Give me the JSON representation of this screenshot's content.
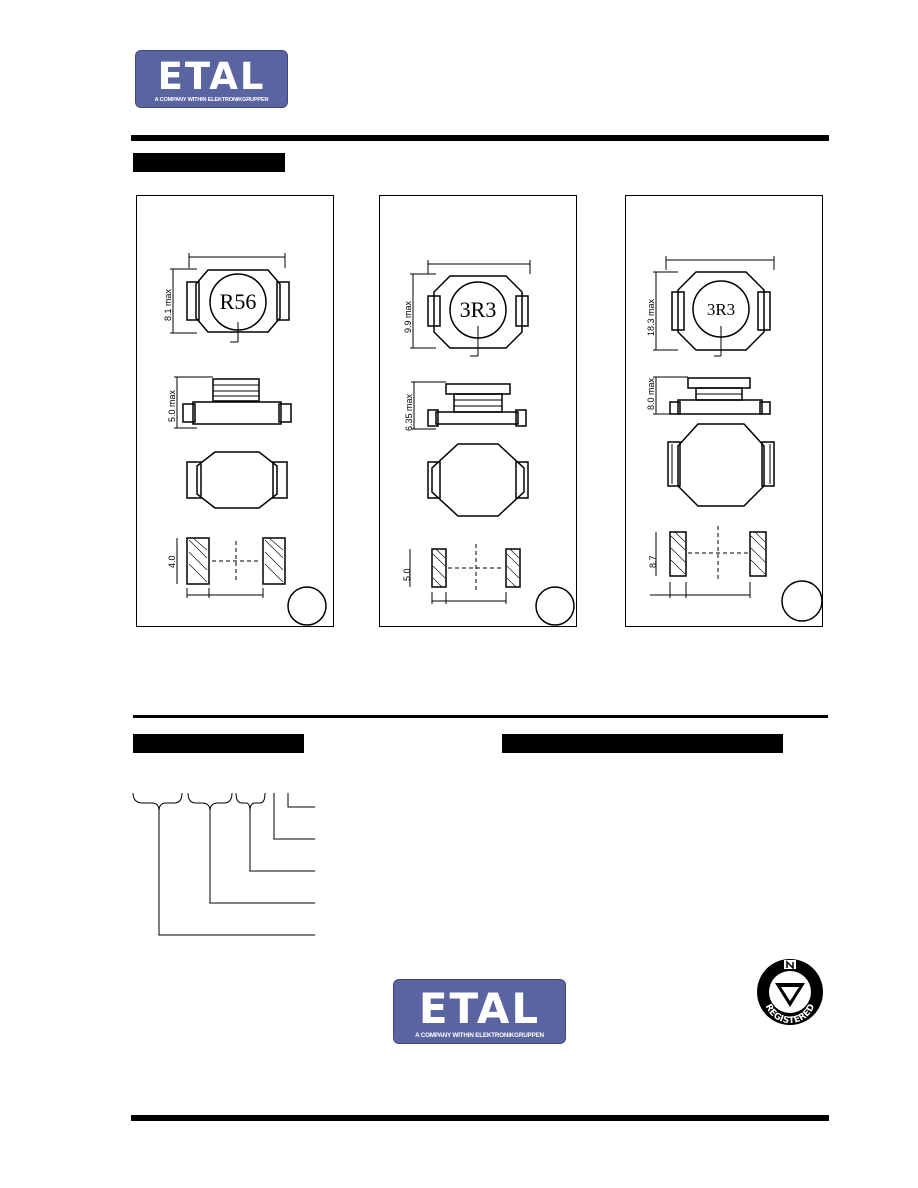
{
  "brand": {
    "name": "ETAL",
    "tagline": "A COMPANY WITHIN ELEKTRONIKGRUPPEN",
    "color": "#5a64a0"
  },
  "panels": [
    {
      "marking": "R56",
      "height_label": "8.1  max",
      "thickness_label": "5.0  max",
      "pad_label": "4.0"
    },
    {
      "marking": "3R3",
      "height_label": "9.9  max",
      "thickness_label": "6.35  max",
      "pad_label": "5.0"
    },
    {
      "marking": "3R3",
      "height_label": "18.3  max",
      "thickness_label": "8.0  max",
      "pad_label": "8.7"
    }
  ],
  "certification": {
    "text": "REGISTERED"
  }
}
